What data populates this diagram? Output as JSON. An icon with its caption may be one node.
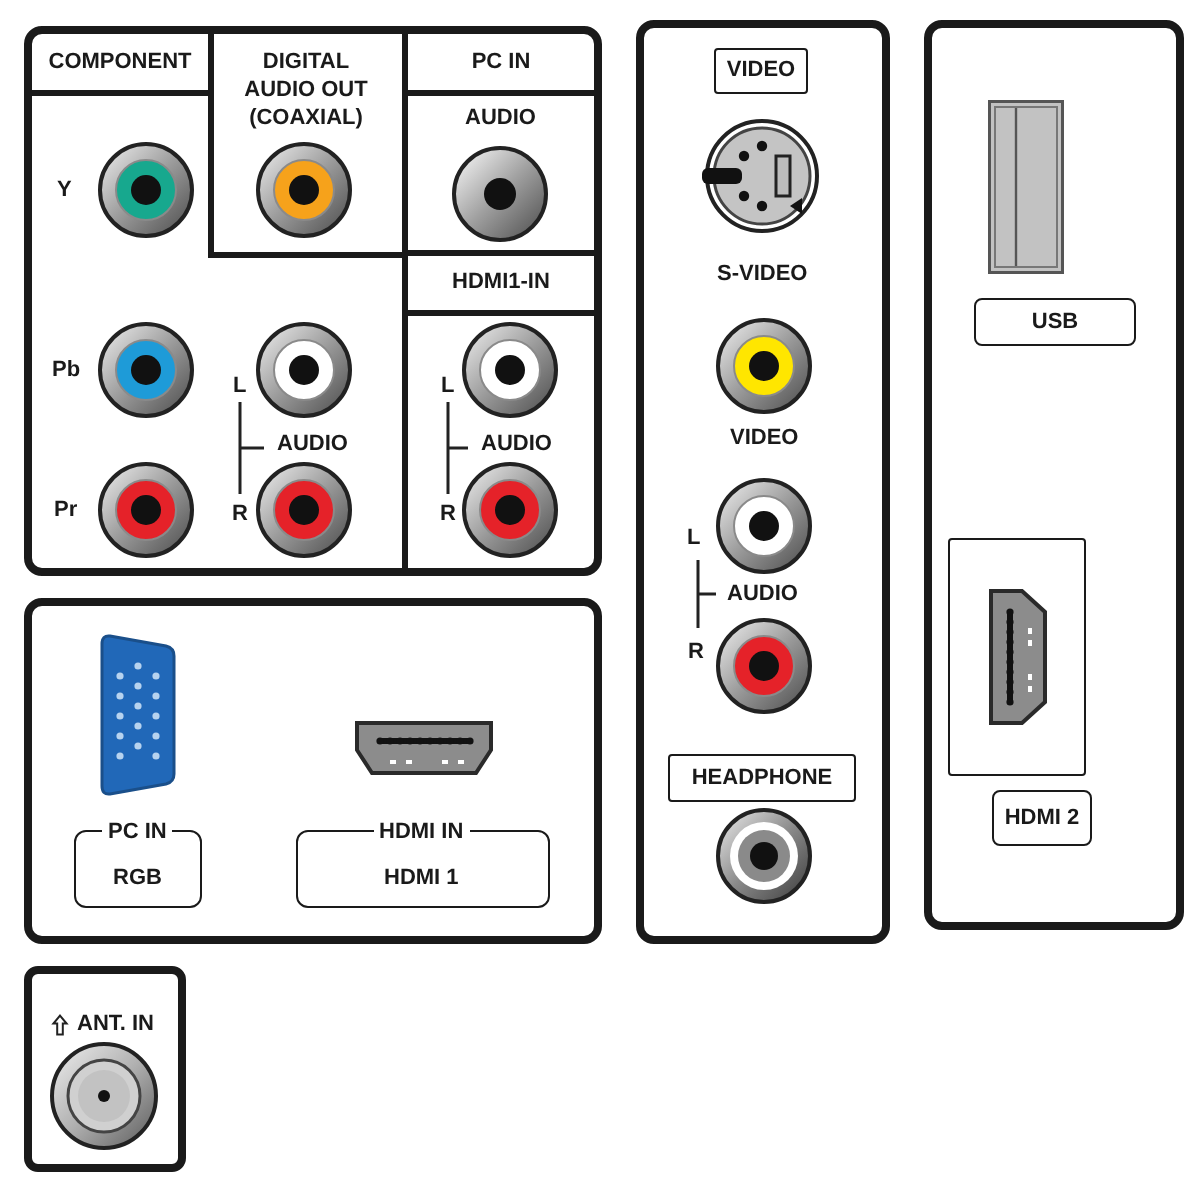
{
  "diagram": {
    "nodes": [
      {
        "text": [],
        "shape": "box"
      },
      {
        "text": [
          "COMPONENT"
        ],
        "in": 0
      },
      {
        "text": [
          "DIGITAL AUDIO OUT (COAXIAL)"
        ],
        "in": 0
      },
      {
        "text": [
          "PC IN"
        ],
        "in": 0
      },
      {
        "text": [
          "AUDIO"
        ],
        "in": 0
      },
      {
        "text": [
          "HDMI1-IN"
        ],
        "in": 0
      },
      {
        "text": [
          "L",
          "AUDIO",
          "R"
        ],
        "in": 0
      },
      {
        "text": [],
        "shape": "box"
      },
      {
        "text": [
          "PC IN",
          "RGB"
        ],
        "in": 7
      },
      {
        "text": [
          "HDMI IN",
          "HDMI 1"
        ],
        "in": 7
      },
      {
        "text": [
          "ANT. IN"
        ]
      },
      {
        "text": [],
        "shape": "box"
      },
      {
        "text": [
          "VIDEO"
        ],
        "in": 11
      },
      {
        "text": [
          "HEADPHONE"
        ],
        "in": 11
      },
      {
        "text": [],
        "shape": "box"
      },
      {
        "text": [
          "USB"
        ],
        "in": 14
      },
      {
        "text": [],
        "shape": "box",
        "in": 14
      },
      {
        "text": [
          "HDMI 2"
        ],
        "in": 14
      }
    ],
    "labels": [
      "Y",
      "Pb",
      "L",
      "AUDIO",
      "Pr",
      "R",
      "S-VIDEO",
      "VIDEO",
      "L",
      "AUDIO",
      "R"
    ]
  }
}
